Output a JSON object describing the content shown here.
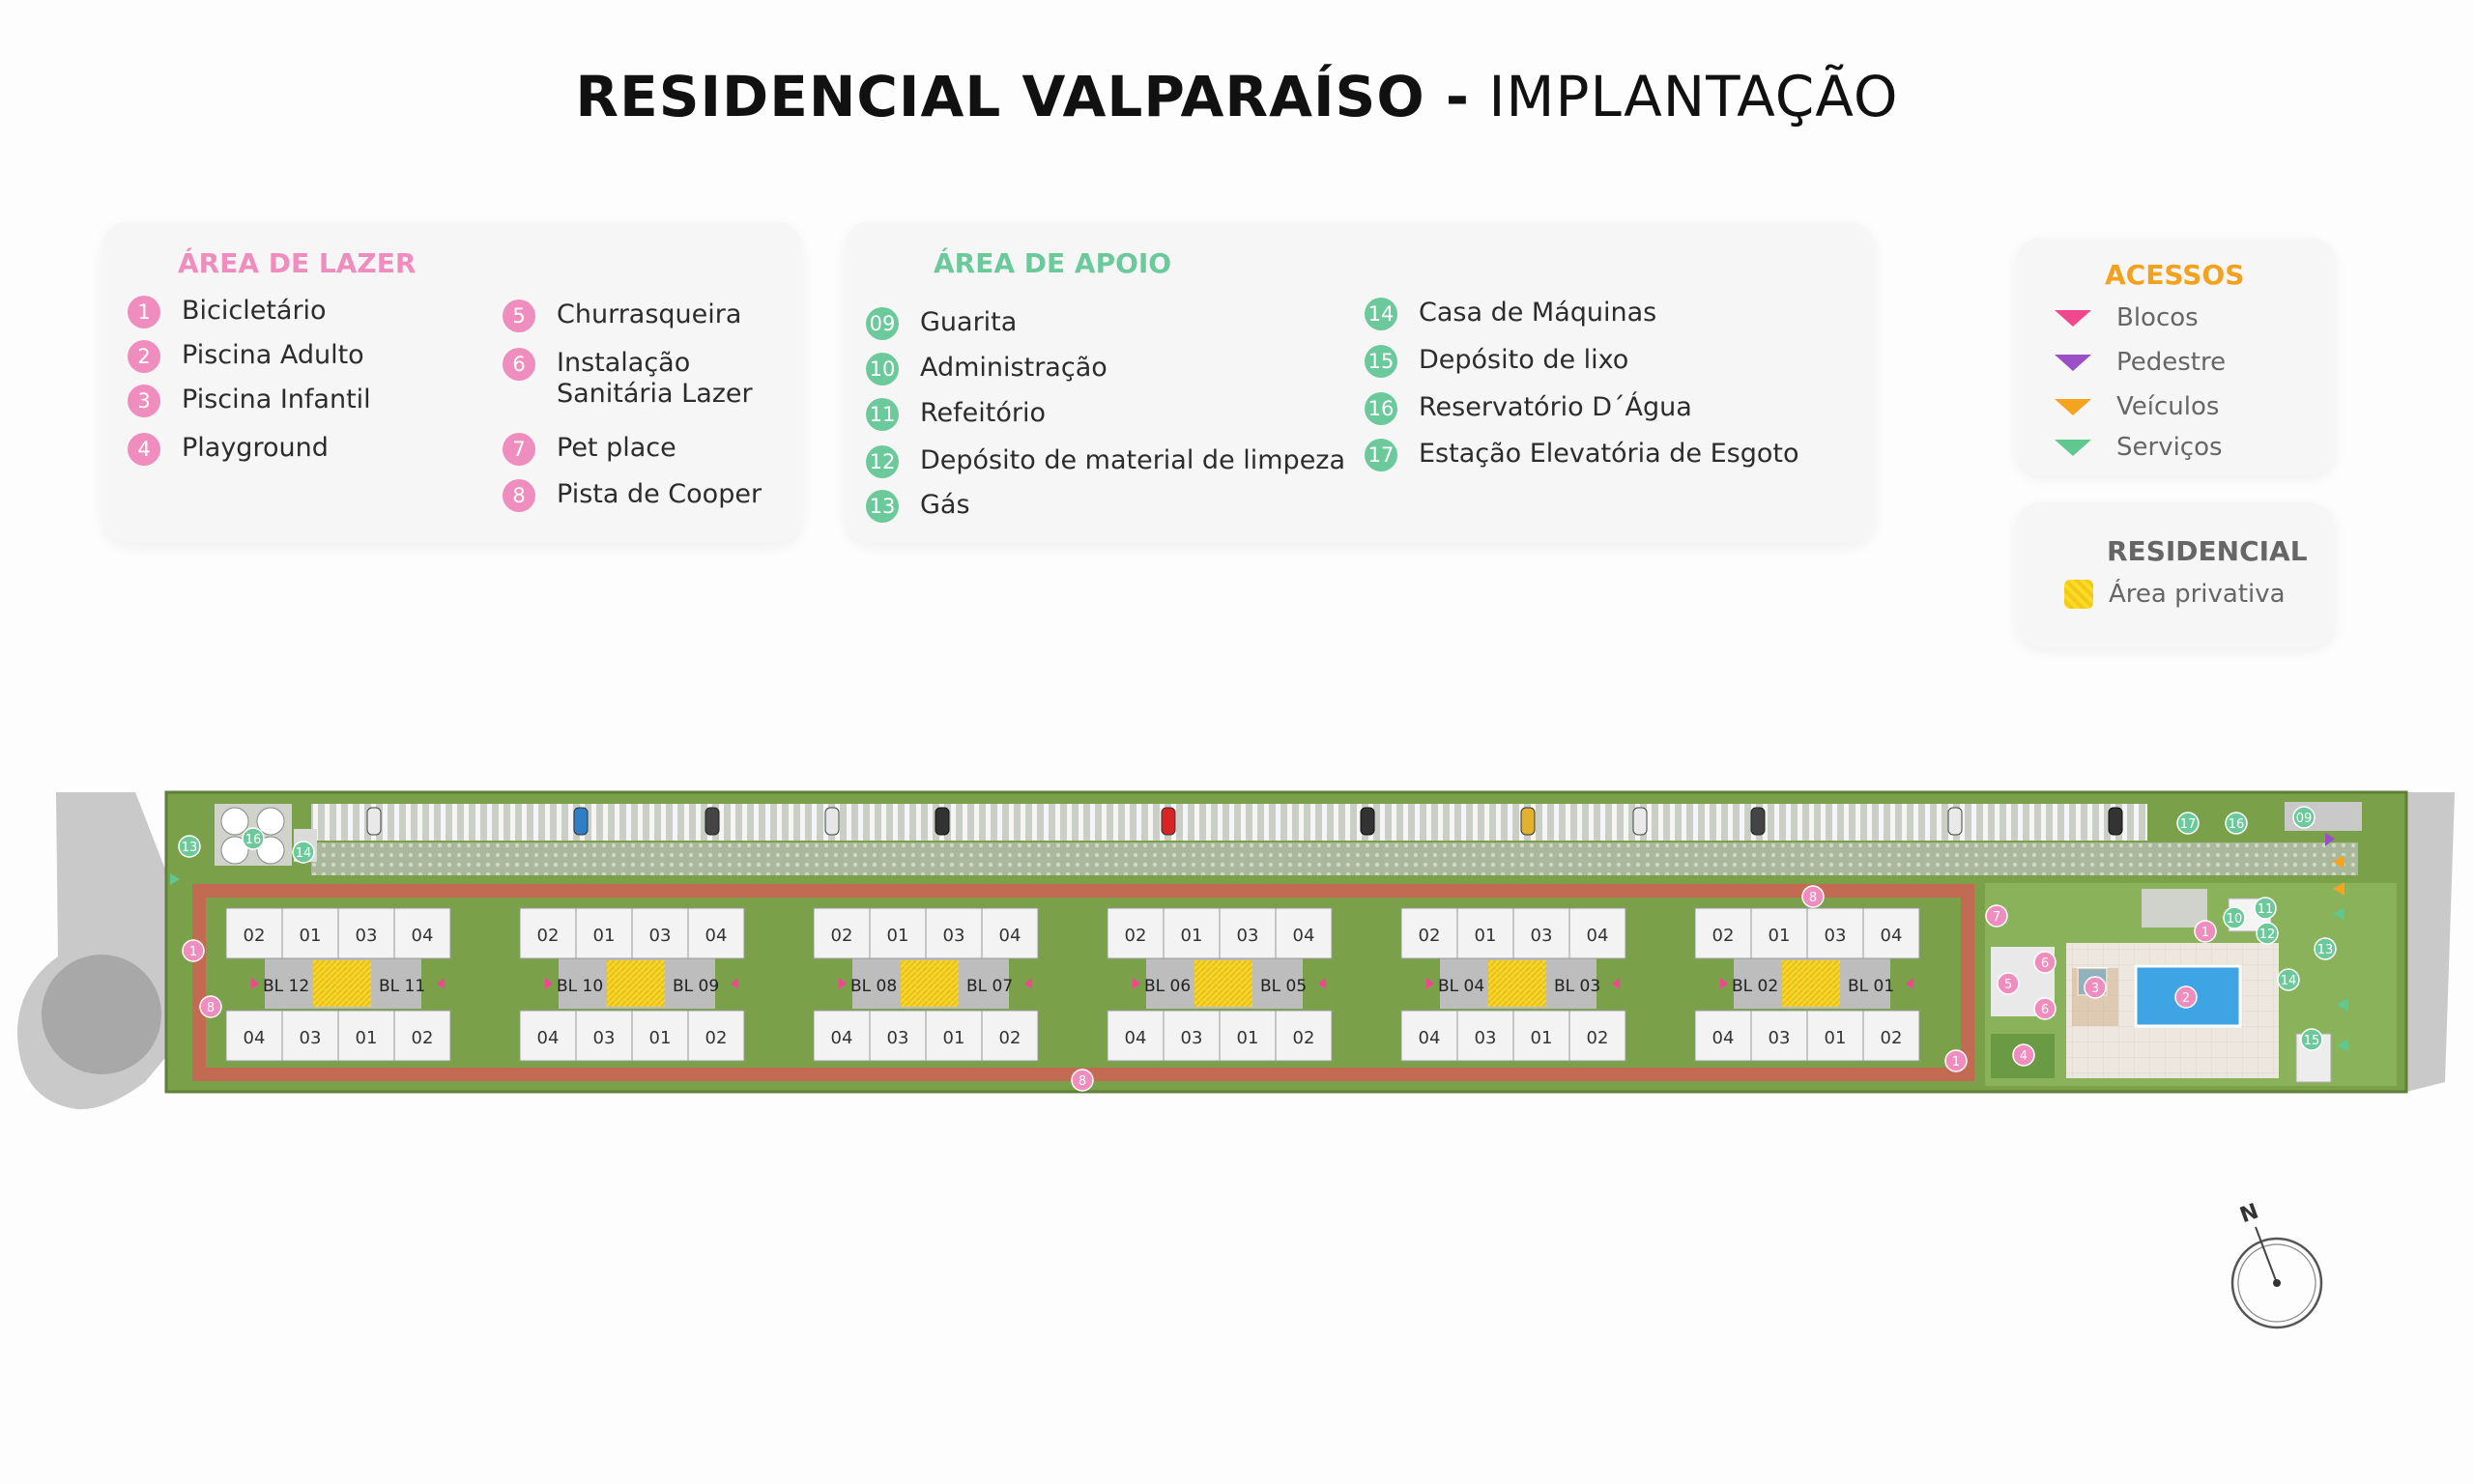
{
  "title": {
    "bold": "RESIDENCIAL VALPARAÍSO -",
    "light": "IMPLANTAÇÃO"
  },
  "lazer": {
    "title": "ÁREA DE LAZER",
    "color": "#ef8dbe",
    "items": [
      {
        "num": "1",
        "label": "Bicicletário"
      },
      {
        "num": "2",
        "label": "Piscina Adulto"
      },
      {
        "num": "3",
        "label": "Piscina Infantil"
      },
      {
        "num": "4",
        "label": "Playground"
      },
      {
        "num": "5",
        "label": "Churrasqueira"
      },
      {
        "num": "6",
        "label": "Instalação Sanitária Lazer"
      },
      {
        "num": "7",
        "label": "Pet place"
      },
      {
        "num": "8",
        "label": "Pista de Cooper"
      }
    ]
  },
  "apoio": {
    "title": "ÁREA DE APOIO",
    "color": "#6cc99b",
    "items": [
      {
        "num": "09",
        "label": "Guarita"
      },
      {
        "num": "10",
        "label": "Administração"
      },
      {
        "num": "11",
        "label": "Refeitório"
      },
      {
        "num": "12",
        "label": "Depósito de material de limpeza"
      },
      {
        "num": "13",
        "label": "Gás"
      },
      {
        "num": "14",
        "label": "Casa de Máquinas"
      },
      {
        "num": "15",
        "label": "Depósito de lixo"
      },
      {
        "num": "16",
        "label": "Reservatório D´Água"
      },
      {
        "num": "17",
        "label": "Estação Elevatória de Esgoto"
      }
    ]
  },
  "acessos": {
    "title": "ACESSOS",
    "color": "#f3a21f",
    "items": [
      {
        "label": "Blocos",
        "color": "#f0478f"
      },
      {
        "label": "Pedestre",
        "color": "#9b4fc6"
      },
      {
        "label": "Veículos",
        "color": "#f6a320"
      },
      {
        "label": "Serviços",
        "color": "#5ec88e"
      }
    ]
  },
  "residencial": {
    "title": "RESIDENCIAL",
    "item": "Área privativa"
  },
  "siteplan": {
    "block_pairs": [
      {
        "left": "BL 12",
        "right": "BL 11"
      },
      {
        "left": "BL 10",
        "right": "BL 09"
      },
      {
        "left": "BL 08",
        "right": "BL 07"
      },
      {
        "left": "BL 06",
        "right": "BL 05"
      },
      {
        "left": "BL 04",
        "right": "BL 03"
      },
      {
        "left": "BL 02",
        "right": "BL 01"
      }
    ],
    "top_units": [
      "02",
      "01",
      "03",
      "04"
    ],
    "bottom_units": [
      "04",
      "03",
      "01",
      "02"
    ],
    "markers": {
      "m1": "1",
      "m2": "2",
      "m3": "3",
      "m4": "4",
      "m5": "5",
      "m6": "6",
      "m7": "7",
      "m8": "8",
      "m09": "09",
      "m10": "10",
      "m11": "11",
      "m12": "12",
      "m13": "13",
      "m14": "14",
      "m15": "15",
      "m16": "16",
      "m17": "17"
    }
  },
  "compass": {
    "label": "N"
  }
}
